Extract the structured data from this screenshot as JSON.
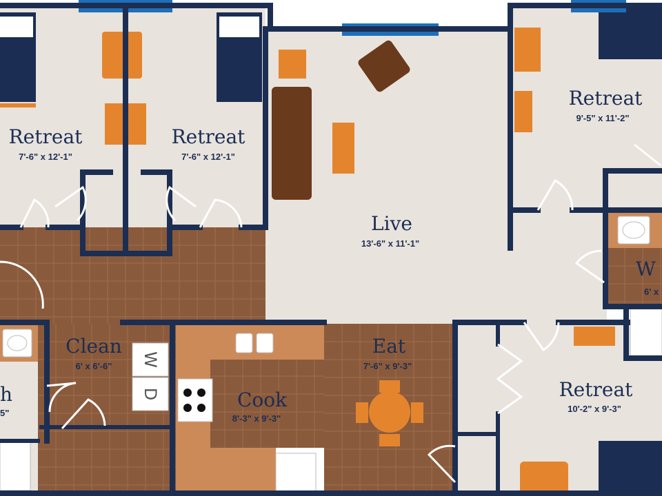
{
  "colors": {
    "floor": "#e8e3dd",
    "tile": "#8a5a3c",
    "tile_line": "#a06d4b",
    "counter": "#cc8a58",
    "wall": "#1c2e52",
    "window": "#1e6fb8",
    "furniture": "#e4852e",
    "sofa": "#6a3a1c",
    "bed": "#1b2d52",
    "text": "#1c2e52"
  },
  "rooms": {
    "retreat_1": {
      "name": "Retreat",
      "dims": "7'-6\" x 12'-1\""
    },
    "retreat_2": {
      "name": "Retreat",
      "dims": "7'-6\" x 12'-1\""
    },
    "retreat_3": {
      "name": "Retreat",
      "dims": "9'-5\" x 11'-2\""
    },
    "retreat_4": {
      "name": "Retreat",
      "dims": "10'-2\" x 9'-3\""
    },
    "live": {
      "name": "Live",
      "dims": "13'-6\" x 11'-1\""
    },
    "clean": {
      "name": "Clean",
      "dims": "6' x 6'-6\""
    },
    "cook": {
      "name": "Cook",
      "dims": "8'-3\" x 9'-3\""
    },
    "eat": {
      "name": "Eat",
      "dims": "7'-6\" x 9'-3\""
    },
    "bath_left": {
      "name": "h",
      "dims": "5\""
    },
    "bath_right": {
      "name": "W",
      "dims": "6' x"
    }
  },
  "appliances": {
    "washer": "W",
    "dryer": "D"
  }
}
